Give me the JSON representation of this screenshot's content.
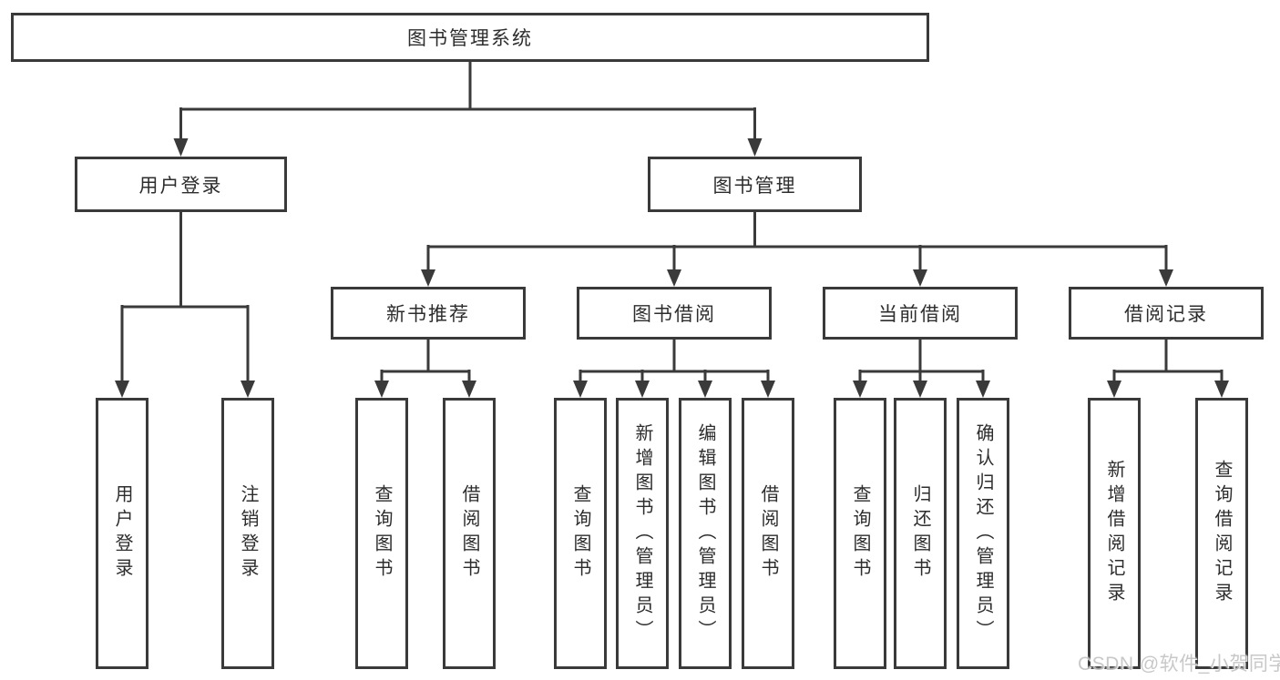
{
  "colors": {
    "line": "#3a3a3a",
    "box_border": "#3a3a3a",
    "box_background": "#ffffff",
    "text": "#2d2d2d",
    "watermark_text": "#c3c3c3",
    "background": "#ffffff"
  },
  "watermark": {
    "text": "CSDN @软件_小贺同学"
  },
  "diagram": {
    "type": "hierarchy-tree",
    "root": {
      "label": "图书管理系统"
    },
    "branches": [
      {
        "label": "用户登录",
        "children": [
          "用户登录",
          "注销登录"
        ]
      },
      {
        "label": "图书管理",
        "modules": [
          {
            "label": "新书推荐",
            "children": [
              "查询图书",
              "借阅图书"
            ]
          },
          {
            "label": "图书借阅",
            "children": [
              "查询图书",
              "新增图书（管理员）",
              "编辑图书（管理员）",
              "借阅图书"
            ]
          },
          {
            "label": "当前借阅",
            "children": [
              "查询图书",
              "归还图书",
              "确认归还（管理员）"
            ]
          },
          {
            "label": "借阅记录",
            "children": [
              "新增借阅记录",
              "查询借阅记录"
            ]
          }
        ]
      }
    ]
  }
}
